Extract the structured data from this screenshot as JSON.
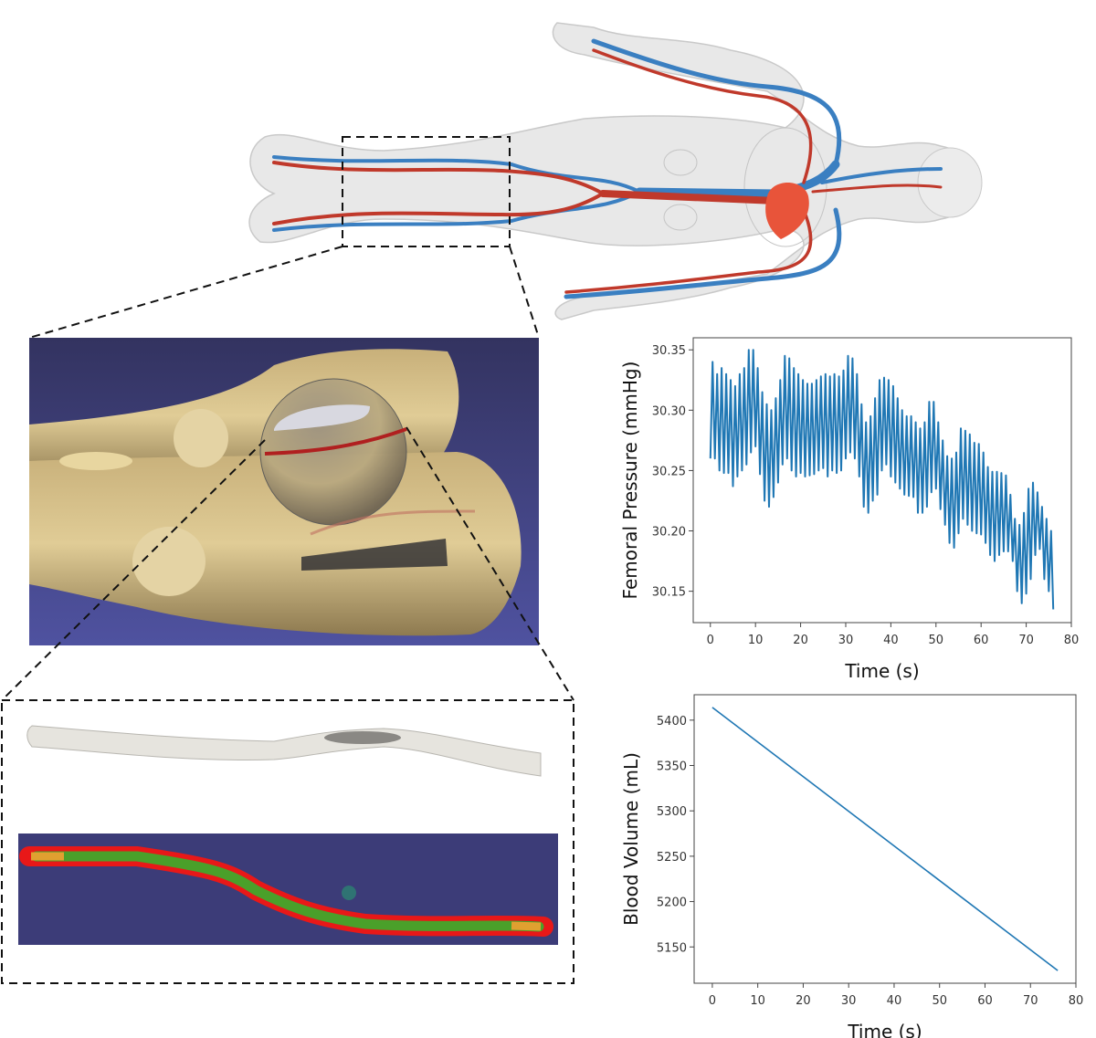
{
  "figure": {
    "colors": {
      "artery": "#c0392b",
      "vein": "#3a7fc1",
      "heart": "#e8543a",
      "body": "#e6e6e6",
      "render_background": "#3c3c78",
      "tissue": "#d9c38e",
      "vessel_surface": "#e4e2dc",
      "particles_wall": "#e81818",
      "particles_core": "#4aa02a",
      "line_series": "#1f77b4"
    },
    "panels": [
      "whole-body-circulation-diagram",
      "leg-3d-render",
      "femoral-vessel-surface",
      "femoral-vessel-particles"
    ]
  },
  "chart_data": [
    {
      "type": "line",
      "title": "",
      "xlabel": "Time (s)",
      "ylabel": "Femoral Pressure (mmHg)",
      "xlim": [
        -3.8,
        80
      ],
      "ylim": [
        30.124,
        30.36
      ],
      "xticks": [
        "0",
        "10",
        "20",
        "30",
        "40",
        "50",
        "60",
        "70",
        "80"
      ],
      "yticks": [
        "30.15",
        "30.20",
        "30.25",
        "30.30",
        "30.35"
      ],
      "grid": false,
      "color": "#1f77b4",
      "points": [
        [
          0,
          30.26
        ],
        [
          0.5,
          30.34
        ],
        [
          1,
          30.26
        ],
        [
          1.5,
          30.33
        ],
        [
          2,
          30.25
        ],
        [
          2.5,
          30.335
        ],
        [
          3,
          30.248
        ],
        [
          3.5,
          30.33
        ],
        [
          4,
          30.248
        ],
        [
          4.5,
          30.325
        ],
        [
          5,
          30.237
        ],
        [
          5.5,
          30.32
        ],
        [
          6,
          30.245
        ],
        [
          6.5,
          30.33
        ],
        [
          7,
          30.25
        ],
        [
          7.5,
          30.335
        ],
        [
          8,
          30.255
        ],
        [
          8.5,
          30.35
        ],
        [
          9,
          30.265
        ],
        [
          9.5,
          30.35
        ],
        [
          10,
          30.27
        ],
        [
          10.5,
          30.335
        ],
        [
          11,
          30.247
        ],
        [
          11.5,
          30.315
        ],
        [
          12,
          30.225
        ],
        [
          12.5,
          30.305
        ],
        [
          13,
          30.22
        ],
        [
          13.5,
          30.3
        ],
        [
          14,
          30.228
        ],
        [
          14.5,
          30.31
        ],
        [
          15,
          30.24
        ],
        [
          15.5,
          30.325
        ],
        [
          16,
          30.255
        ],
        [
          16.5,
          30.345
        ],
        [
          17,
          30.26
        ],
        [
          17.5,
          30.343
        ],
        [
          18,
          30.25
        ],
        [
          18.5,
          30.335
        ],
        [
          19,
          30.245
        ],
        [
          19.5,
          30.33
        ],
        [
          20,
          30.248
        ],
        [
          20.5,
          30.325
        ],
        [
          21,
          30.245
        ],
        [
          21.5,
          30.322
        ],
        [
          22,
          30.246
        ],
        [
          22.5,
          30.322
        ],
        [
          23,
          30.247
        ],
        [
          23.5,
          30.325
        ],
        [
          24,
          30.25
        ],
        [
          24.5,
          30.328
        ],
        [
          25,
          30.252
        ],
        [
          25.5,
          30.33
        ],
        [
          26,
          30.245
        ],
        [
          26.5,
          30.328
        ],
        [
          27,
          30.25
        ],
        [
          27.5,
          30.33
        ],
        [
          28,
          30.248
        ],
        [
          28.5,
          30.328
        ],
        [
          29,
          30.25
        ],
        [
          29.5,
          30.333
        ],
        [
          30,
          30.26
        ],
        [
          30.5,
          30.345
        ],
        [
          31,
          30.265
        ],
        [
          31.5,
          30.343
        ],
        [
          32,
          30.26
        ],
        [
          32.5,
          30.33
        ],
        [
          33,
          30.245
        ],
        [
          33.5,
          30.305
        ],
        [
          34,
          30.22
        ],
        [
          34.5,
          30.29
        ],
        [
          35,
          30.215
        ],
        [
          35.5,
          30.295
        ],
        [
          36,
          30.225
        ],
        [
          36.5,
          30.31
        ],
        [
          37,
          30.23
        ],
        [
          37.5,
          30.325
        ],
        [
          38,
          30.25
        ],
        [
          38.5,
          30.327
        ],
        [
          39,
          30.255
        ],
        [
          39.5,
          30.325
        ],
        [
          40,
          30.245
        ],
        [
          40.5,
          30.32
        ],
        [
          41,
          30.24
        ],
        [
          41.5,
          30.31
        ],
        [
          42,
          30.235
        ],
        [
          42.5,
          30.3
        ],
        [
          43,
          30.23
        ],
        [
          43.5,
          30.295
        ],
        [
          44,
          30.229
        ],
        [
          44.5,
          30.295
        ],
        [
          45,
          30.228
        ],
        [
          45.5,
          30.29
        ],
        [
          46,
          30.215
        ],
        [
          46.5,
          30.285
        ],
        [
          47,
          30.215
        ],
        [
          47.5,
          30.29
        ],
        [
          48,
          30.22
        ],
        [
          48.5,
          30.307
        ],
        [
          49,
          30.232
        ],
        [
          49.5,
          30.307
        ],
        [
          50,
          30.235
        ],
        [
          50.5,
          30.29
        ],
        [
          51,
          30.218
        ],
        [
          51.5,
          30.275
        ],
        [
          52,
          30.205
        ],
        [
          52.5,
          30.262
        ],
        [
          53,
          30.19
        ],
        [
          53.5,
          30.26
        ],
        [
          54,
          30.186
        ],
        [
          54.5,
          30.265
        ],
        [
          55,
          30.198
        ],
        [
          55.5,
          30.285
        ],
        [
          56,
          30.21
        ],
        [
          56.5,
          30.283
        ],
        [
          57,
          30.205
        ],
        [
          57.5,
          30.28
        ],
        [
          58,
          30.2
        ],
        [
          58.5,
          30.273
        ],
        [
          59,
          30.198
        ],
        [
          59.5,
          30.272
        ],
        [
          60,
          30.197
        ],
        [
          60.5,
          30.265
        ],
        [
          61,
          30.19
        ],
        [
          61.5,
          30.253
        ],
        [
          62,
          30.18
        ],
        [
          62.5,
          30.249
        ],
        [
          63,
          30.175
        ],
        [
          63.5,
          30.249
        ],
        [
          64,
          30.18
        ],
        [
          64.5,
          30.248
        ],
        [
          65,
          30.183
        ],
        [
          65.5,
          30.246
        ],
        [
          66,
          30.183
        ],
        [
          66.5,
          30.23
        ],
        [
          67,
          30.175
        ],
        [
          67.5,
          30.21
        ],
        [
          68,
          30.15
        ],
        [
          68.5,
          30.205
        ],
        [
          69,
          30.14
        ],
        [
          69.5,
          30.215
        ],
        [
          70,
          30.148
        ],
        [
          70.5,
          30.235
        ],
        [
          71,
          30.16
        ],
        [
          71.5,
          30.24
        ],
        [
          72,
          30.18
        ],
        [
          72.5,
          30.232
        ],
        [
          73,
          30.185
        ],
        [
          73.5,
          30.22
        ],
        [
          74,
          30.16
        ],
        [
          74.5,
          30.21
        ],
        [
          75,
          30.15
        ],
        [
          75.5,
          30.2
        ],
        [
          76,
          30.135
        ]
      ]
    },
    {
      "type": "line",
      "title": "",
      "xlabel": "Time (s)",
      "ylabel": "Blood Volume (mL)",
      "xlim": [
        -4,
        80
      ],
      "ylim": [
        5110,
        5428
      ],
      "xticks": [
        "0",
        "10",
        "20",
        "30",
        "40",
        "50",
        "60",
        "70",
        "80"
      ],
      "yticks": [
        "5150",
        "5200",
        "5250",
        "5300",
        "5350",
        "5400"
      ],
      "grid": false,
      "color": "#1f77b4",
      "points": [
        [
          0,
          5414
        ],
        [
          76,
          5124
        ]
      ]
    }
  ]
}
